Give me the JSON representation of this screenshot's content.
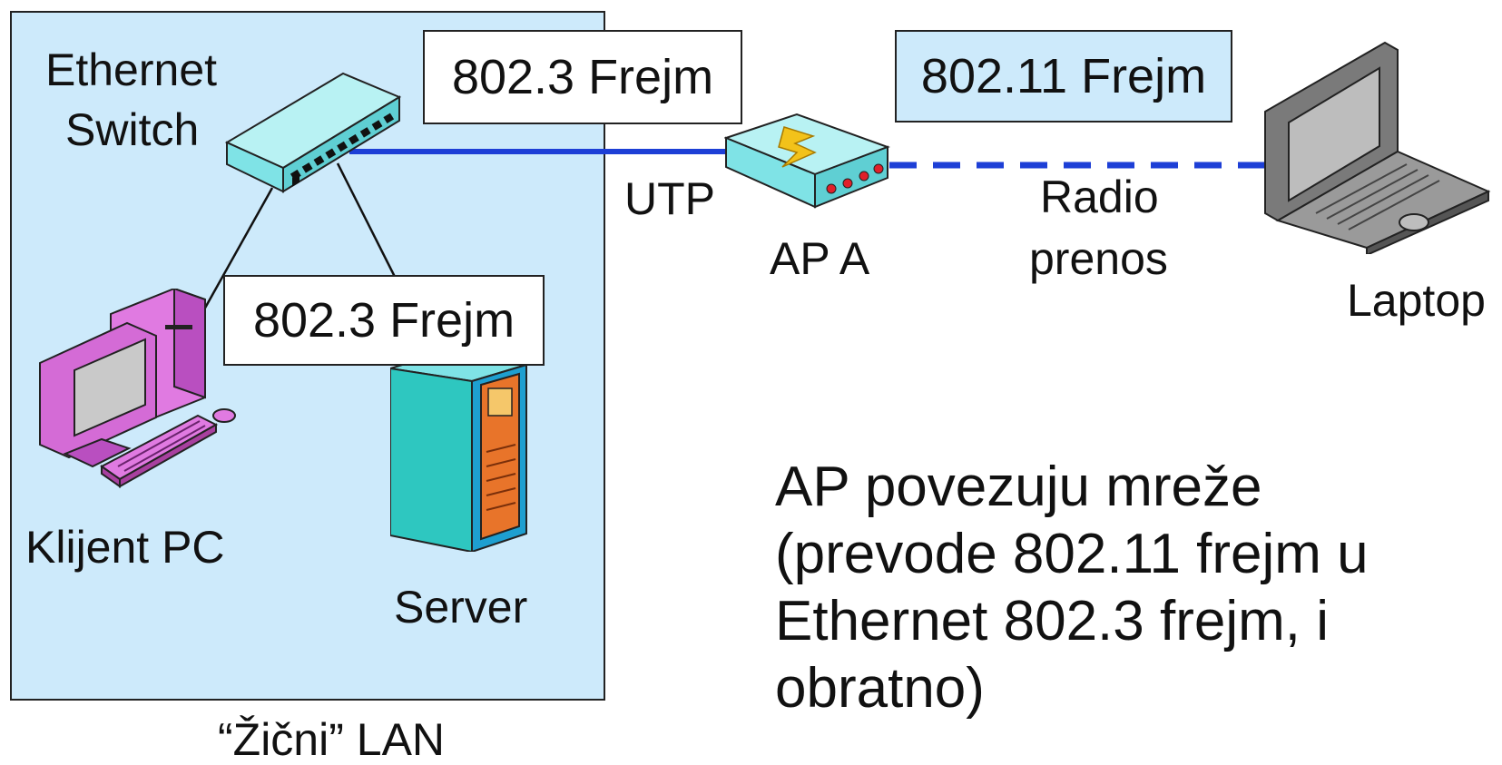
{
  "lan": {
    "caption": "“Žični” LAN"
  },
  "labels": {
    "switch_line1": "Ethernet",
    "switch_line2": "Switch",
    "client_pc": "Klijent PC",
    "server": "Server",
    "ap": "AP A",
    "utp": "UTP",
    "radio_line1": "Radio",
    "radio_line2": "prenos",
    "laptop": "Laptop"
  },
  "frames": {
    "uplink": "802.3 Frejm",
    "lan": "802.3 Frejm",
    "wireless": "802.11 Frejm"
  },
  "note": {
    "line1": "AP povezuju mreže",
    "line2": "(prevode 802.11 frejm u",
    "line3": "Ethernet 802.3 frejm, i",
    "line4": "obratno)"
  },
  "colors": {
    "lan_fill": "#cdeafb",
    "utp_link": "#1d3fd6",
    "radio_link": "#1d3fd6",
    "wireless_frame_fill": "#cdeafb",
    "pc": "#d46bd6",
    "server_body": "#2ec7c0",
    "server_panel": "#e8742a",
    "switch_body": "#7fe3e6",
    "ap_body": "#7fe3e6",
    "laptop_body": "#7a7a7a"
  },
  "icons": [
    "switch-icon",
    "pc-icon",
    "server-icon",
    "access-point-icon",
    "laptop-icon"
  ]
}
